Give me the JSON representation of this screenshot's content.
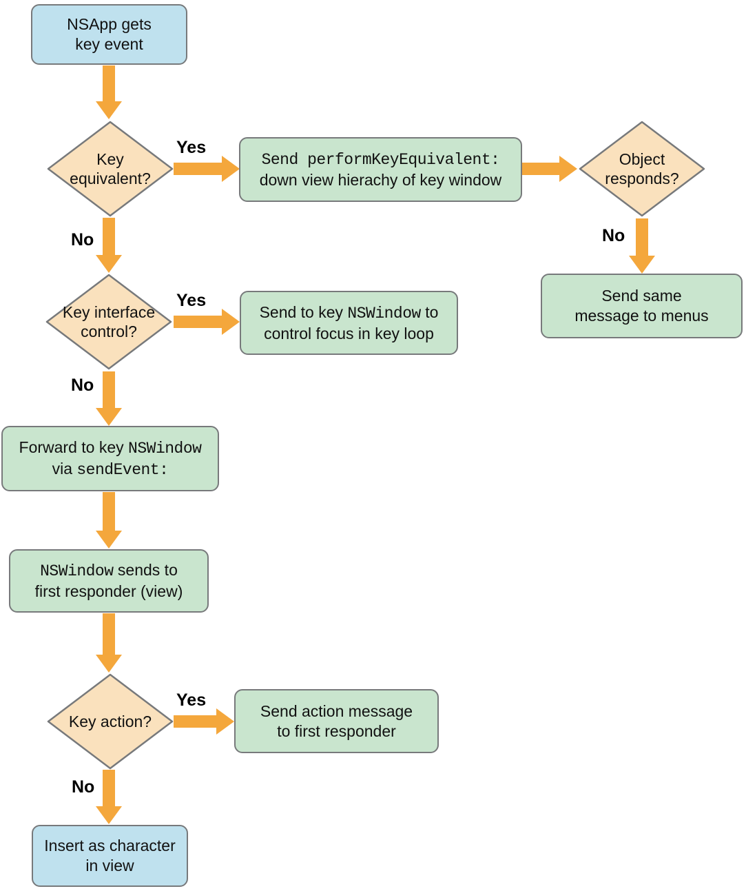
{
  "colors": {
    "box_blue": "#bfe1ee",
    "box_green": "#c9e5ce",
    "diamond_peach": "#fae1bd",
    "arrow_orange": "#f4a73c",
    "border_gray": "#77797b",
    "text": "#111111"
  },
  "nodes": {
    "start": {
      "text": "NSApp gets\nkey event"
    },
    "key_equivalent": {
      "text": "Key\nequivalent?"
    },
    "perform_key_equivalent": {
      "l1": "Send performKeyEquivalent:",
      "l2": "down view hierachy of key window"
    },
    "object_responds": {
      "text": "Object\nresponds?"
    },
    "send_same_message": {
      "text": "Send same\nmessage to menus"
    },
    "key_interface_control": {
      "text": "Key interface\ncontrol?"
    },
    "send_to_key_window": {
      "l1a": "Send to key ",
      "l1b": "NSWindow",
      "l1c": " to",
      "l2": "control focus in key loop"
    },
    "forward_to_key_window": {
      "l1a": "Forward to key ",
      "l1b": "NSWindow",
      "l2a": "via ",
      "l2b": "sendEvent:"
    },
    "window_sends_first_responder": {
      "l1a": "NSWindow",
      "l1b": " sends to",
      "l2": "first responder (view)"
    },
    "key_action": {
      "text": "Key action?"
    },
    "send_action_message": {
      "text": "Send action message\nto first responder"
    },
    "insert_character": {
      "text": "Insert as character\nin view"
    }
  },
  "labels": {
    "yes1": "Yes",
    "no1": "No",
    "yes2": "Yes",
    "no2": "No",
    "no_right": "No",
    "yes3": "Yes",
    "no3": "No"
  }
}
